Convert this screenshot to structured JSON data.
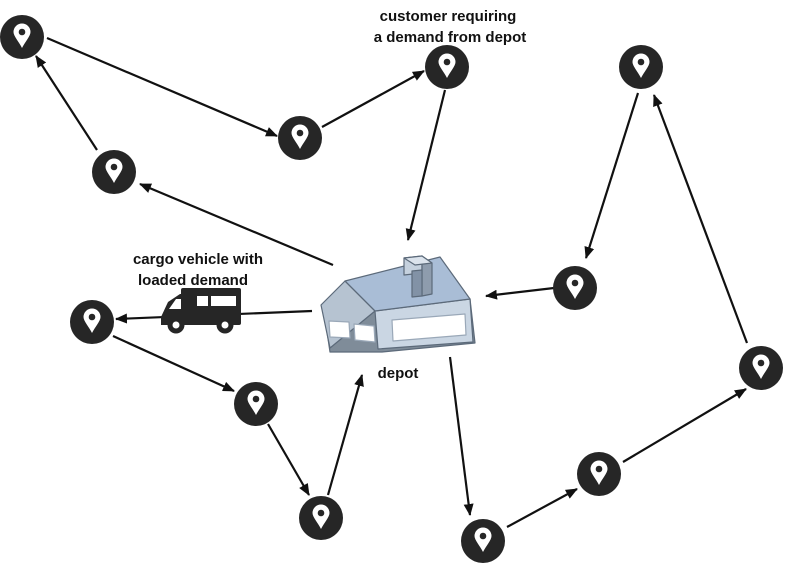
{
  "labels": {
    "customer_line1": "customer requiring",
    "customer_line2": "a demand from depot",
    "vehicle_line1": "cargo vehicle with",
    "vehicle_line2": "loaded demand",
    "depot": "depot"
  },
  "icons": {
    "customer": "map-pin-icon",
    "depot": "warehouse-icon",
    "vehicle": "cargo-truck-icon"
  },
  "colors": {
    "customer_marker": "#262626",
    "arrow": "#111111",
    "depot_roof": "#b3c6dc",
    "depot_wall": "#cfdbe8"
  }
}
